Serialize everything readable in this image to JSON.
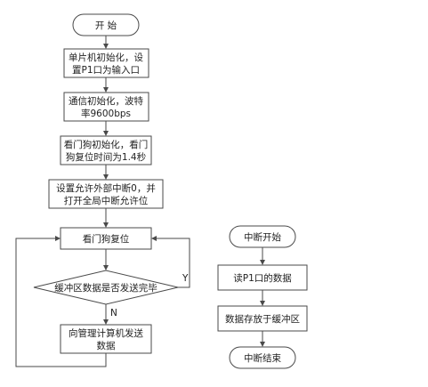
{
  "diagram": {
    "main_flow": {
      "start": "开 始",
      "step_init_mcu": [
        "单片机初始化，设",
        "置P1口为输入口"
      ],
      "step_init_comm": [
        "通信初始化，波特",
        "率9600bps"
      ],
      "step_init_watchdog": [
        "看门狗初始化，看门",
        "狗复位时间为1.4秒"
      ],
      "step_enable_interrupt": [
        "设置允许外部中断0，并",
        "打开全局中断允许位"
      ],
      "step_watchdog_reset": "看门狗复位",
      "decision_buffer_sent": "缓冲区数据是否发送完毕",
      "label_yes": "Y",
      "label_no": "N",
      "step_send_data": [
        "向管理计算机发送",
        "数据"
      ]
    },
    "interrupt_flow": {
      "start": "中断开始",
      "step_read_port": "读P1口的数据",
      "step_store_buffer": "数据存放于缓冲区",
      "end": "中断结束"
    }
  }
}
